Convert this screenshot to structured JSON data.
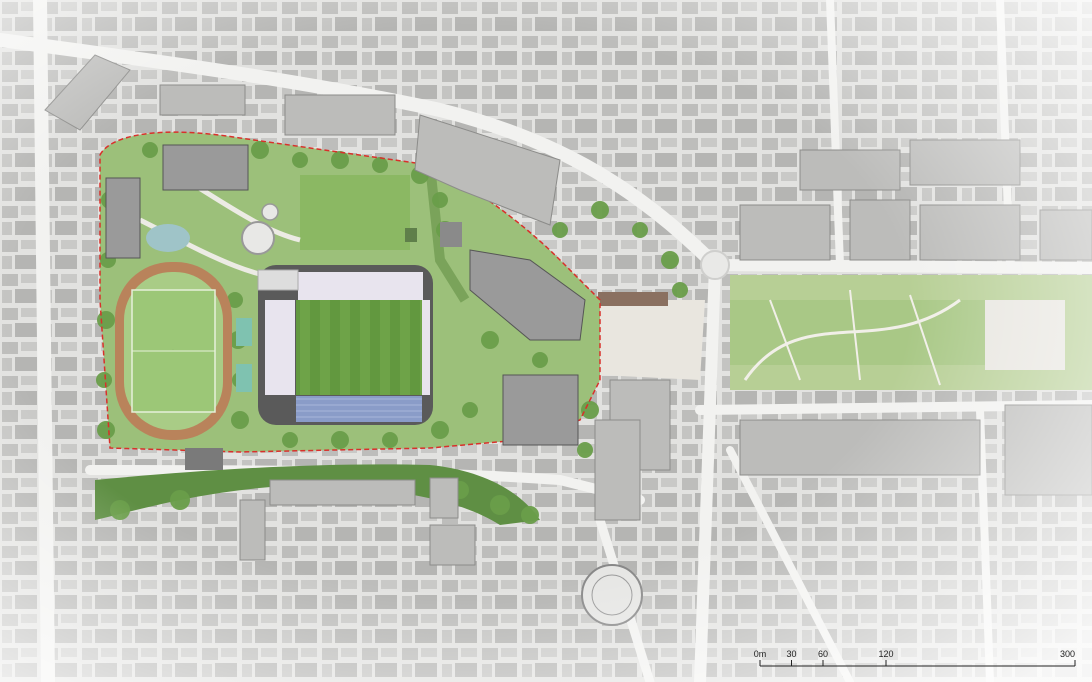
{
  "scale_bar": {
    "labels": [
      "0m",
      "30",
      "60",
      "120",
      "300"
    ],
    "values": [
      0,
      30,
      60,
      120,
      300
    ]
  },
  "colors": {
    "background": "#f4f4f2",
    "grass": "#7fae58",
    "pitch": "#5f9a3e",
    "track": "#a9cc86",
    "tree": "#6a9e4a",
    "building_gray": "#9a9a9a",
    "building_dark": "#5a5a5a",
    "roof_blue": "#8a9cc8",
    "boundary_red": "#d9302b",
    "plaza": "#e9e6df"
  },
  "icons": {
    "north_arrow": "none"
  }
}
